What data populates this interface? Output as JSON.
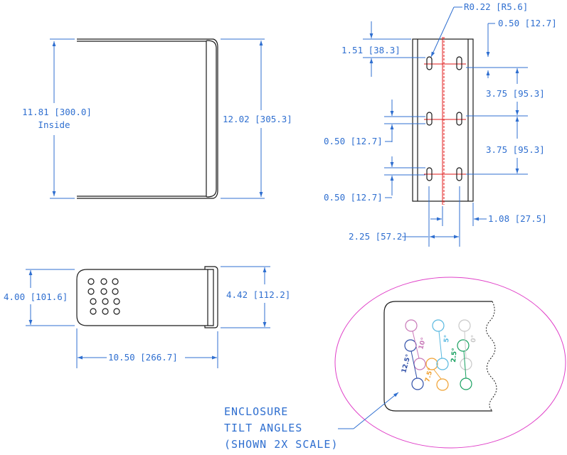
{
  "front_view": {
    "inside_height": "11.81 [300.0]",
    "inside_note": "Inside",
    "outside_height": "12.02 [305.3]"
  },
  "side_view": {
    "slot_radius": "R0.22 [R5.6]",
    "top_offset_right": "0.50 [12.7]",
    "top_offset_left": "1.51 [38.3]",
    "spacing_1": "3.75 [95.3]",
    "spacing_2": "3.75 [95.3]",
    "slot_length_1": "0.50 [12.7]",
    "slot_length_2": "0.50 [12.7]",
    "slot_spacing": "2.25 [57.2]",
    "edge_offset": "1.08 [27.5]"
  },
  "top_view": {
    "left_height": "4.00 [101.6]",
    "right_height": "4.42 [112.2]",
    "length": "10.50 [266.7]"
  },
  "detail": {
    "label_line1": "ENCLOSURE",
    "label_line2": "TILT ANGLES",
    "label_line3": "(SHOWN 2X SCALE)",
    "angle_12_5": "12.5°",
    "angle_10": "10°",
    "angle_7_5": "7.5°",
    "angle_5": "5°",
    "angle_2_5": "2.5°",
    "angle_0": "0°"
  },
  "colors": {
    "dimension": "#2f6fd0",
    "outline": "#1a1a1a",
    "centerline": "#e01818",
    "detail_circle": "#e040c8",
    "angle_12_5": "#2f4fa8",
    "angle_10": "#c878b8",
    "angle_7_5": "#f0a030",
    "angle_5": "#58b8e0",
    "angle_2_5": "#18a060",
    "angle_0": "#c8c8c8"
  }
}
